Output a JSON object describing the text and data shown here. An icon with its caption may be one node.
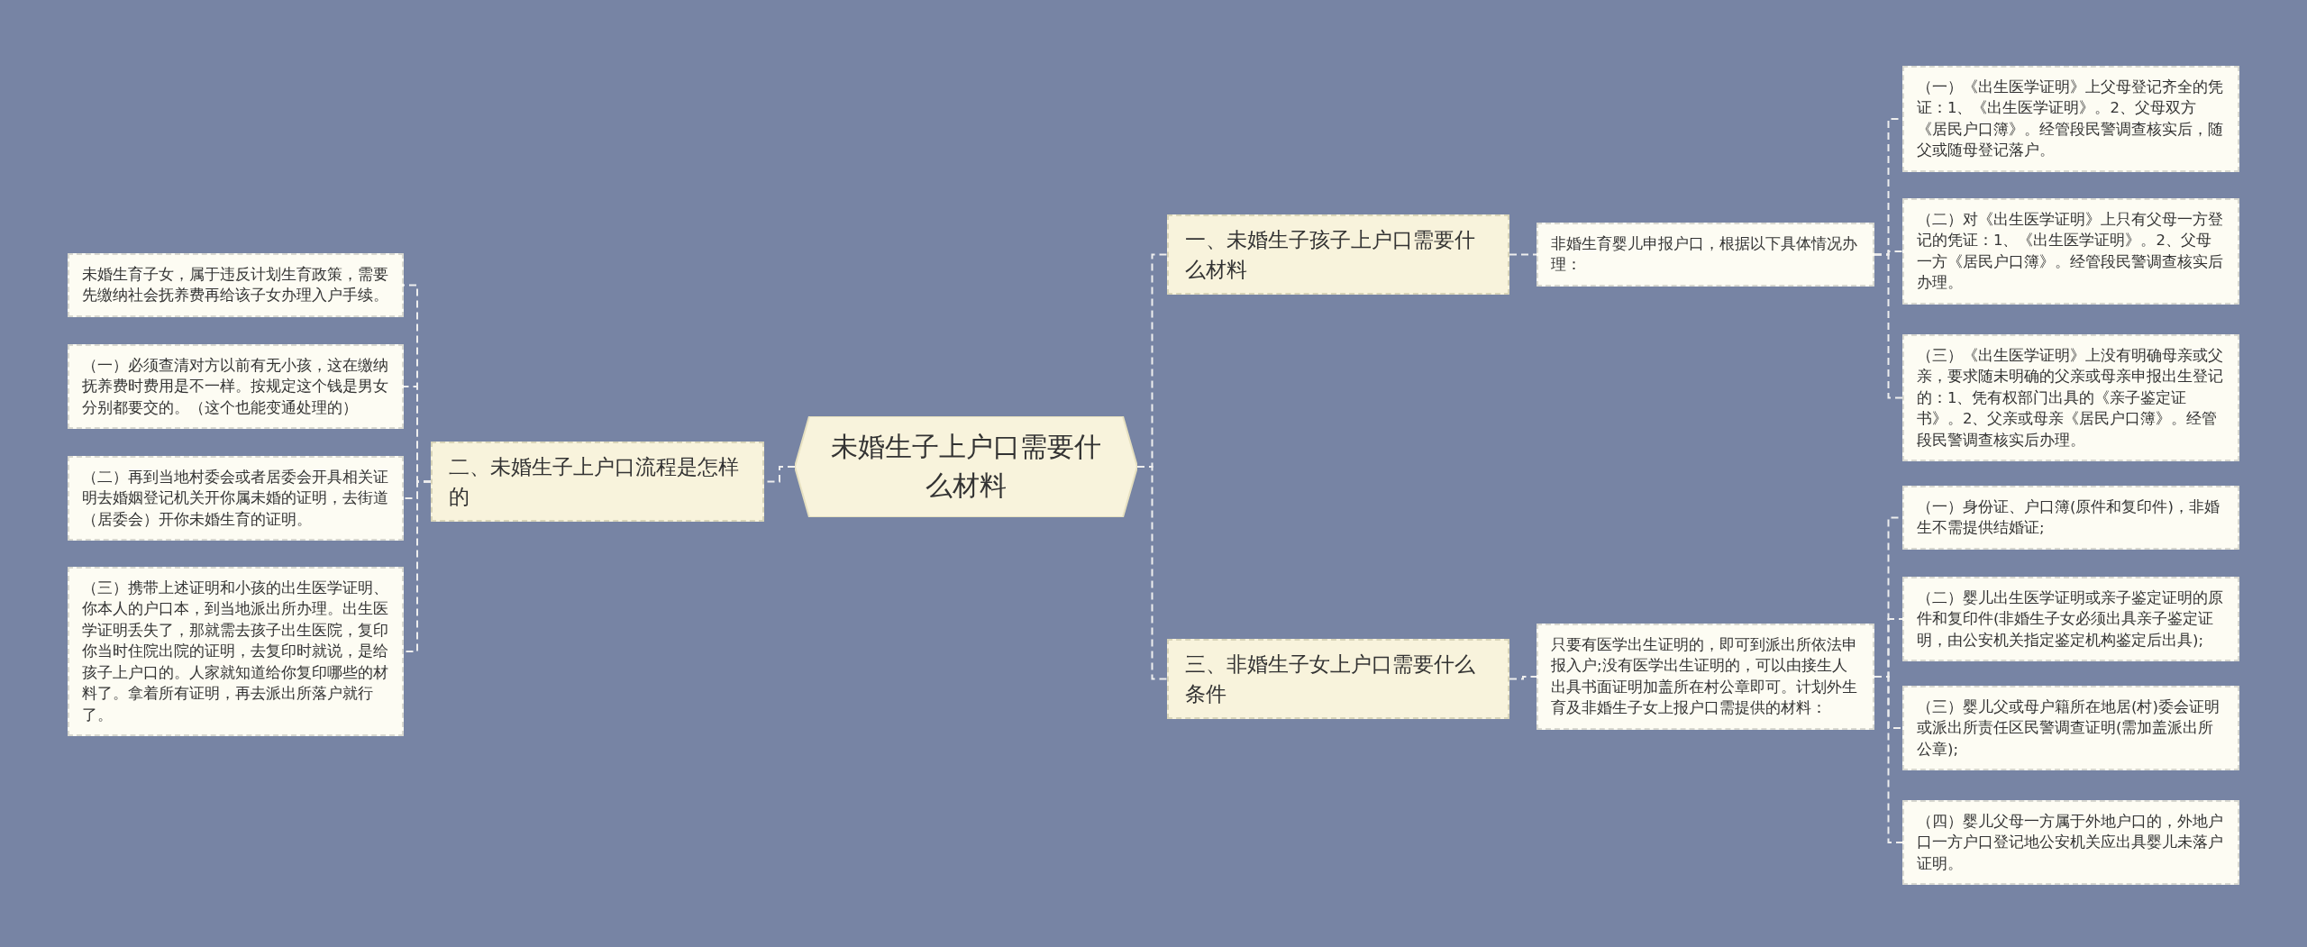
{
  "diagram": {
    "nodes": [
      {
        "text": [
          "未婚生子上户口需要什么材料"
        ]
      },
      {
        "text": [
          "一、未婚生子孩子上户口需要什么材料"
        ]
      },
      {
        "text": [
          "非婚生育婴儿申报户口，根据以下具体情况办理："
        ]
      },
      {
        "text": [
          "（一）《出生医学证明》上父母登记齐全的凭证：1、《出生医学证明》。2、父母双方《居民户口簿》。经管段民警调查核实后，随父或随母登记落户。"
        ]
      },
      {
        "text": [
          "（二）对《出生医学证明》上只有父母一方登记的凭证：1、《出生医学证明》。2、父母一方《居民户口簿》。经管段民警调查核实后办理。"
        ]
      },
      {
        "text": [
          "（三）《出生医学证明》上没有明确母亲或父亲，要求随未明确的父亲或母亲申报出生登记的：1、凭有权部门出具的《亲子鉴定证书》。2、父亲或母亲《居民户口簿》。经管段民警调查核实后办理。"
        ]
      },
      {
        "text": [
          "三、非婚生子女上户口需要什么条件"
        ]
      },
      {
        "text": [
          "只要有医学出生证明的，即可到派出所依法申报入户;没有医学出生证明的，可以由接生人出具书面证明加盖所在村公章即可。计划外生育及非婚生子女上报户口需提供的材料："
        ]
      },
      {
        "text": [
          "（一）身份证、户口簿(原件和复印件)，非婚生不需提供结婚证;"
        ]
      },
      {
        "text": [
          "（二）婴儿出生医学证明或亲子鉴定证明的原件和复印件(非婚生子女必须出具亲子鉴定证明，由公安机关指定鉴定机构鉴定后出具);"
        ]
      },
      {
        "text": [
          "（三）婴儿父或母户籍所在地居(村)委会证明或派出所责任区民警调查证明(需加盖派出所公章);"
        ]
      },
      {
        "text": [
          "（四）婴儿父母一方属于外地户口的，外地户口一方户口登记地公安机关应出具婴儿未落户证明。"
        ]
      },
      {
        "text": [
          "二、未婚生子上户口流程是怎样的"
        ]
      },
      {
        "text": [
          "未婚生育子女，属于违反计划生育政策，需要先缴纳社会抚养费再给该子女办理入户手续。"
        ]
      },
      {
        "text": [
          "（一）必须查清对方以前有无小孩，这在缴纳抚养费时费用是不一样。按规定这个钱是男女分别都要交的。（这个也能变通处理的）"
        ]
      },
      {
        "text": [
          "（二）再到当地村委会或者居委会开具相关证明去婚姻登记机关开你属未婚的证明，去街道（居委会）开你未婚生育的证明。"
        ]
      },
      {
        "text": [
          "（三）携带上述证明和小孩的出生医学证明、你本人的户口本，到当地派出所办理。出生医学证明丢失了，那就需去孩子出生医院，复印你当时住院出院的证明，去复印时就说，是给孩子上户口的。人家就知道给你复印哪些的材料了。拿着所有证明，再去派出所落户就行了。"
        ]
      }
    ],
    "edges": [
      {
        "from": 0,
        "to": 1,
        "arrow": "none"
      },
      {
        "from": 1,
        "to": 2,
        "arrow": "none"
      },
      {
        "from": 2,
        "to": 3,
        "arrow": "none"
      },
      {
        "from": 2,
        "to": 4,
        "arrow": "none"
      },
      {
        "from": 2,
        "to": 5,
        "arrow": "none"
      },
      {
        "from": 0,
        "to": 6,
        "arrow": "none"
      },
      {
        "from": 6,
        "to": 7,
        "arrow": "none"
      },
      {
        "from": 7,
        "to": 8,
        "arrow": "none"
      },
      {
        "from": 7,
        "to": 9,
        "arrow": "none"
      },
      {
        "from": 7,
        "to": 10,
        "arrow": "none"
      },
      {
        "from": 7,
        "to": 11,
        "arrow": "none"
      },
      {
        "from": 0,
        "to": 12,
        "arrow": "none"
      },
      {
        "from": 12,
        "to": 13,
        "arrow": "none"
      },
      {
        "from": 12,
        "to": 14,
        "arrow": "none"
      },
      {
        "from": 12,
        "to": 15,
        "arrow": "none"
      },
      {
        "from": 12,
        "to": 16,
        "arrow": "none"
      }
    ]
  }
}
